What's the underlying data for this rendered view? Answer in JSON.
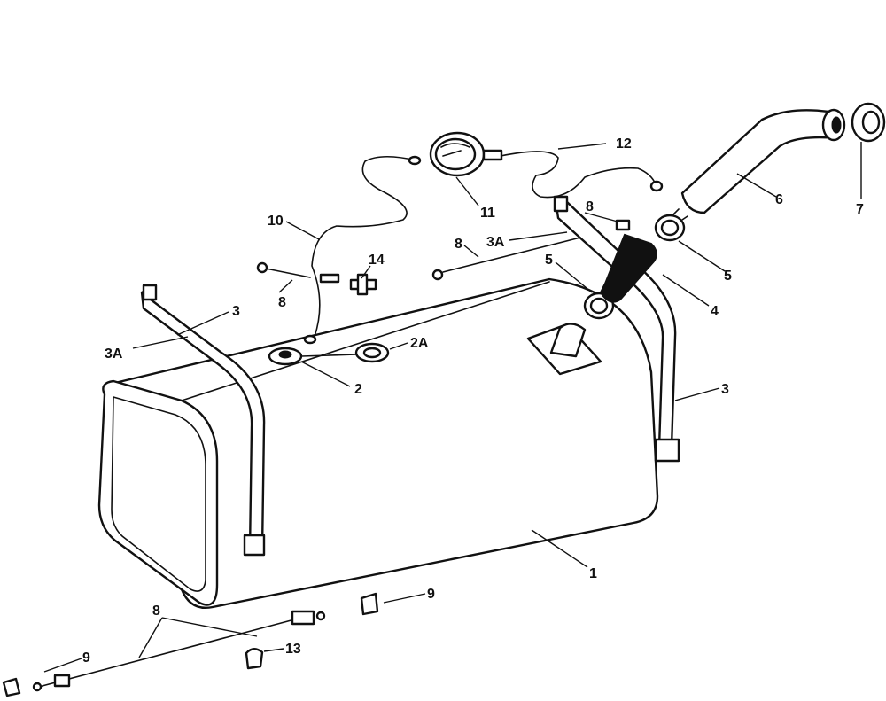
{
  "callouts": {
    "c1": "1",
    "c2": "2",
    "c2a": "2A",
    "c3_left": "3",
    "c3a_left": "3A",
    "c3_right": "3",
    "c3a_top": "3A",
    "c4": "4",
    "c5_upper": "5",
    "c5_lower": "5",
    "c6": "6",
    "c7": "7",
    "c8_a": "8",
    "c8_b": "8",
    "c8_c": "8",
    "c8_d": "8",
    "c9_a": "9",
    "c9_b": "9",
    "c10": "10",
    "c11": "11",
    "c12": "12",
    "c13": "13",
    "c14": "14"
  }
}
